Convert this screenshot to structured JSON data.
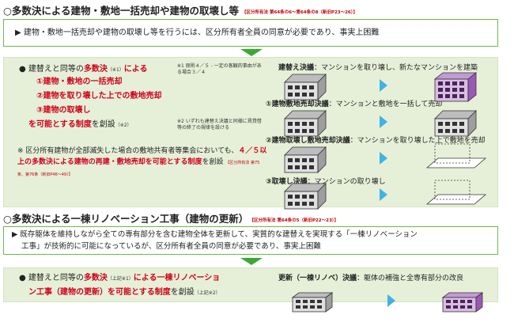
{
  "section1": {
    "heading": "○多数決による建物・敷地一括売却や建物の取壊し等",
    "ref": "【区分所有法 第64条の6～第64条の8（新旧P23～26）】",
    "current_issue": "▶ 建物・敷地一括売却や建物の取壊し等を行うには、区分所有者全員の同意が必要であり、事実上困難",
    "proposal": {
      "line1_pre": "建替えと同等の",
      "line1_red": "多数決",
      "line1_note": "（※1）",
      "line1_post": "による",
      "items": [
        "①建物・敷地の一括売却",
        "②建物を取り壊した上での敷地売却",
        "③建物の取壊し"
      ],
      "line_last_red": "を可能とする制度",
      "line_last_post": "を創設",
      "line_last_note": "（※2）",
      "note1": "※1 原則４／５ - 一定の客観的事由がある場合３／４",
      "note2": "※2 いずれも建替え決議と同様に賃貸借等の終了の規律を設ける",
      "extra_line1": "※ 区分所有建物が全部滅失した場合の敷地共有者等集会においても、",
      "extra_red": "４／５以上の多数決による建物の再建・敷地売却を可能とする制度",
      "extra_post": "を創設",
      "extra_ref": "【区分所有法 第75条、第76条（新旧P46～49）】"
    },
    "resolutions": [
      {
        "title": "建替え決議",
        "desc": "：マンションを取り壊し、新たなマンションを建築"
      },
      {
        "title": "①建物敷地売却決議",
        "desc": "：マンションと敷地を一括して売却"
      },
      {
        "title": "②建物取壊し敷地売却決議",
        "desc": "：マンションを取り壊した上で敷地を売却"
      },
      {
        "title": "③取壊し決議",
        "desc": "：マンションの取り壊し"
      }
    ]
  },
  "section2": {
    "heading": "○多数決による一棟リノベーション工事（建物の更新）",
    "ref": "【区分所有法 第64条の5（新旧P22～23）】",
    "current_issue_1": "▶ 既存躯体を維持しながら全ての専有部分を含む建物全体を更新して、実質的な建替えを実現する「一棟リノベーション",
    "current_issue_2": "工事」が技術的に可能になっているが、区分所有者全員の同意が必要であり、事実上困難",
    "proposal_pre": "建替えと同等の",
    "proposal_red1": "多数決",
    "proposal_note1": "（上記※1）",
    "proposal_red2": "による一棟リノベーショ",
    "proposal_red3": "ン工事（建物の更新）を可能とする制度",
    "proposal_post": "を創設",
    "proposal_note2": "（上記※2）",
    "resolution": {
      "title": "更新（一棟リノベ）決議",
      "desc": "：躯体の補強と全専有部分の改良"
    }
  },
  "colors": {
    "green": "#3aaa35",
    "panel": "#e6f0d8",
    "arrow": "#3fb3e4",
    "red": "#d0021b",
    "building": "#9b59b6"
  }
}
